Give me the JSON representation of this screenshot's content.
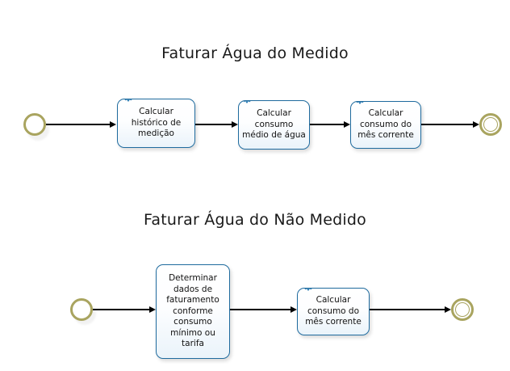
{
  "diagram": {
    "type": "bpmn-process-diagram",
    "background_color": "#ffffff",
    "accent_color": "#1f6b9e",
    "event_color": "#a9a45f",
    "lanes": [
      {
        "id": "lane-medido",
        "title": "Faturar Água do Medido",
        "start_event": {
          "name": "start-event",
          "kind": "start"
        },
        "end_event": {
          "name": "end-event",
          "kind": "end"
        },
        "tasks": [
          {
            "id": "task-1",
            "icon": "gear-icon",
            "label": "Calcular\nhistórico de\nmedição"
          },
          {
            "id": "task-2",
            "icon": "gear-icon",
            "label": "Calcular\nconsumo\nmédio de água"
          },
          {
            "id": "task-3",
            "icon": "gear-icon",
            "label": "Calcular\nconsumo do\nmês corrente"
          }
        ]
      },
      {
        "id": "lane-nao-medido",
        "title": "Faturar Água do Não Medido",
        "start_event": {
          "name": "start-event",
          "kind": "start"
        },
        "end_event": {
          "name": "end-event",
          "kind": "end"
        },
        "tasks": [
          {
            "id": "task-4",
            "icon": "gear-icon",
            "label": "Determinar\ndados de\nfaturamento\nconforme\nconsumo\nmínimo ou\ntarifa"
          },
          {
            "id": "task-5",
            "icon": "gear-icon",
            "label": "Calcular\nconsumo do\nmês corrente"
          }
        ]
      }
    ]
  }
}
